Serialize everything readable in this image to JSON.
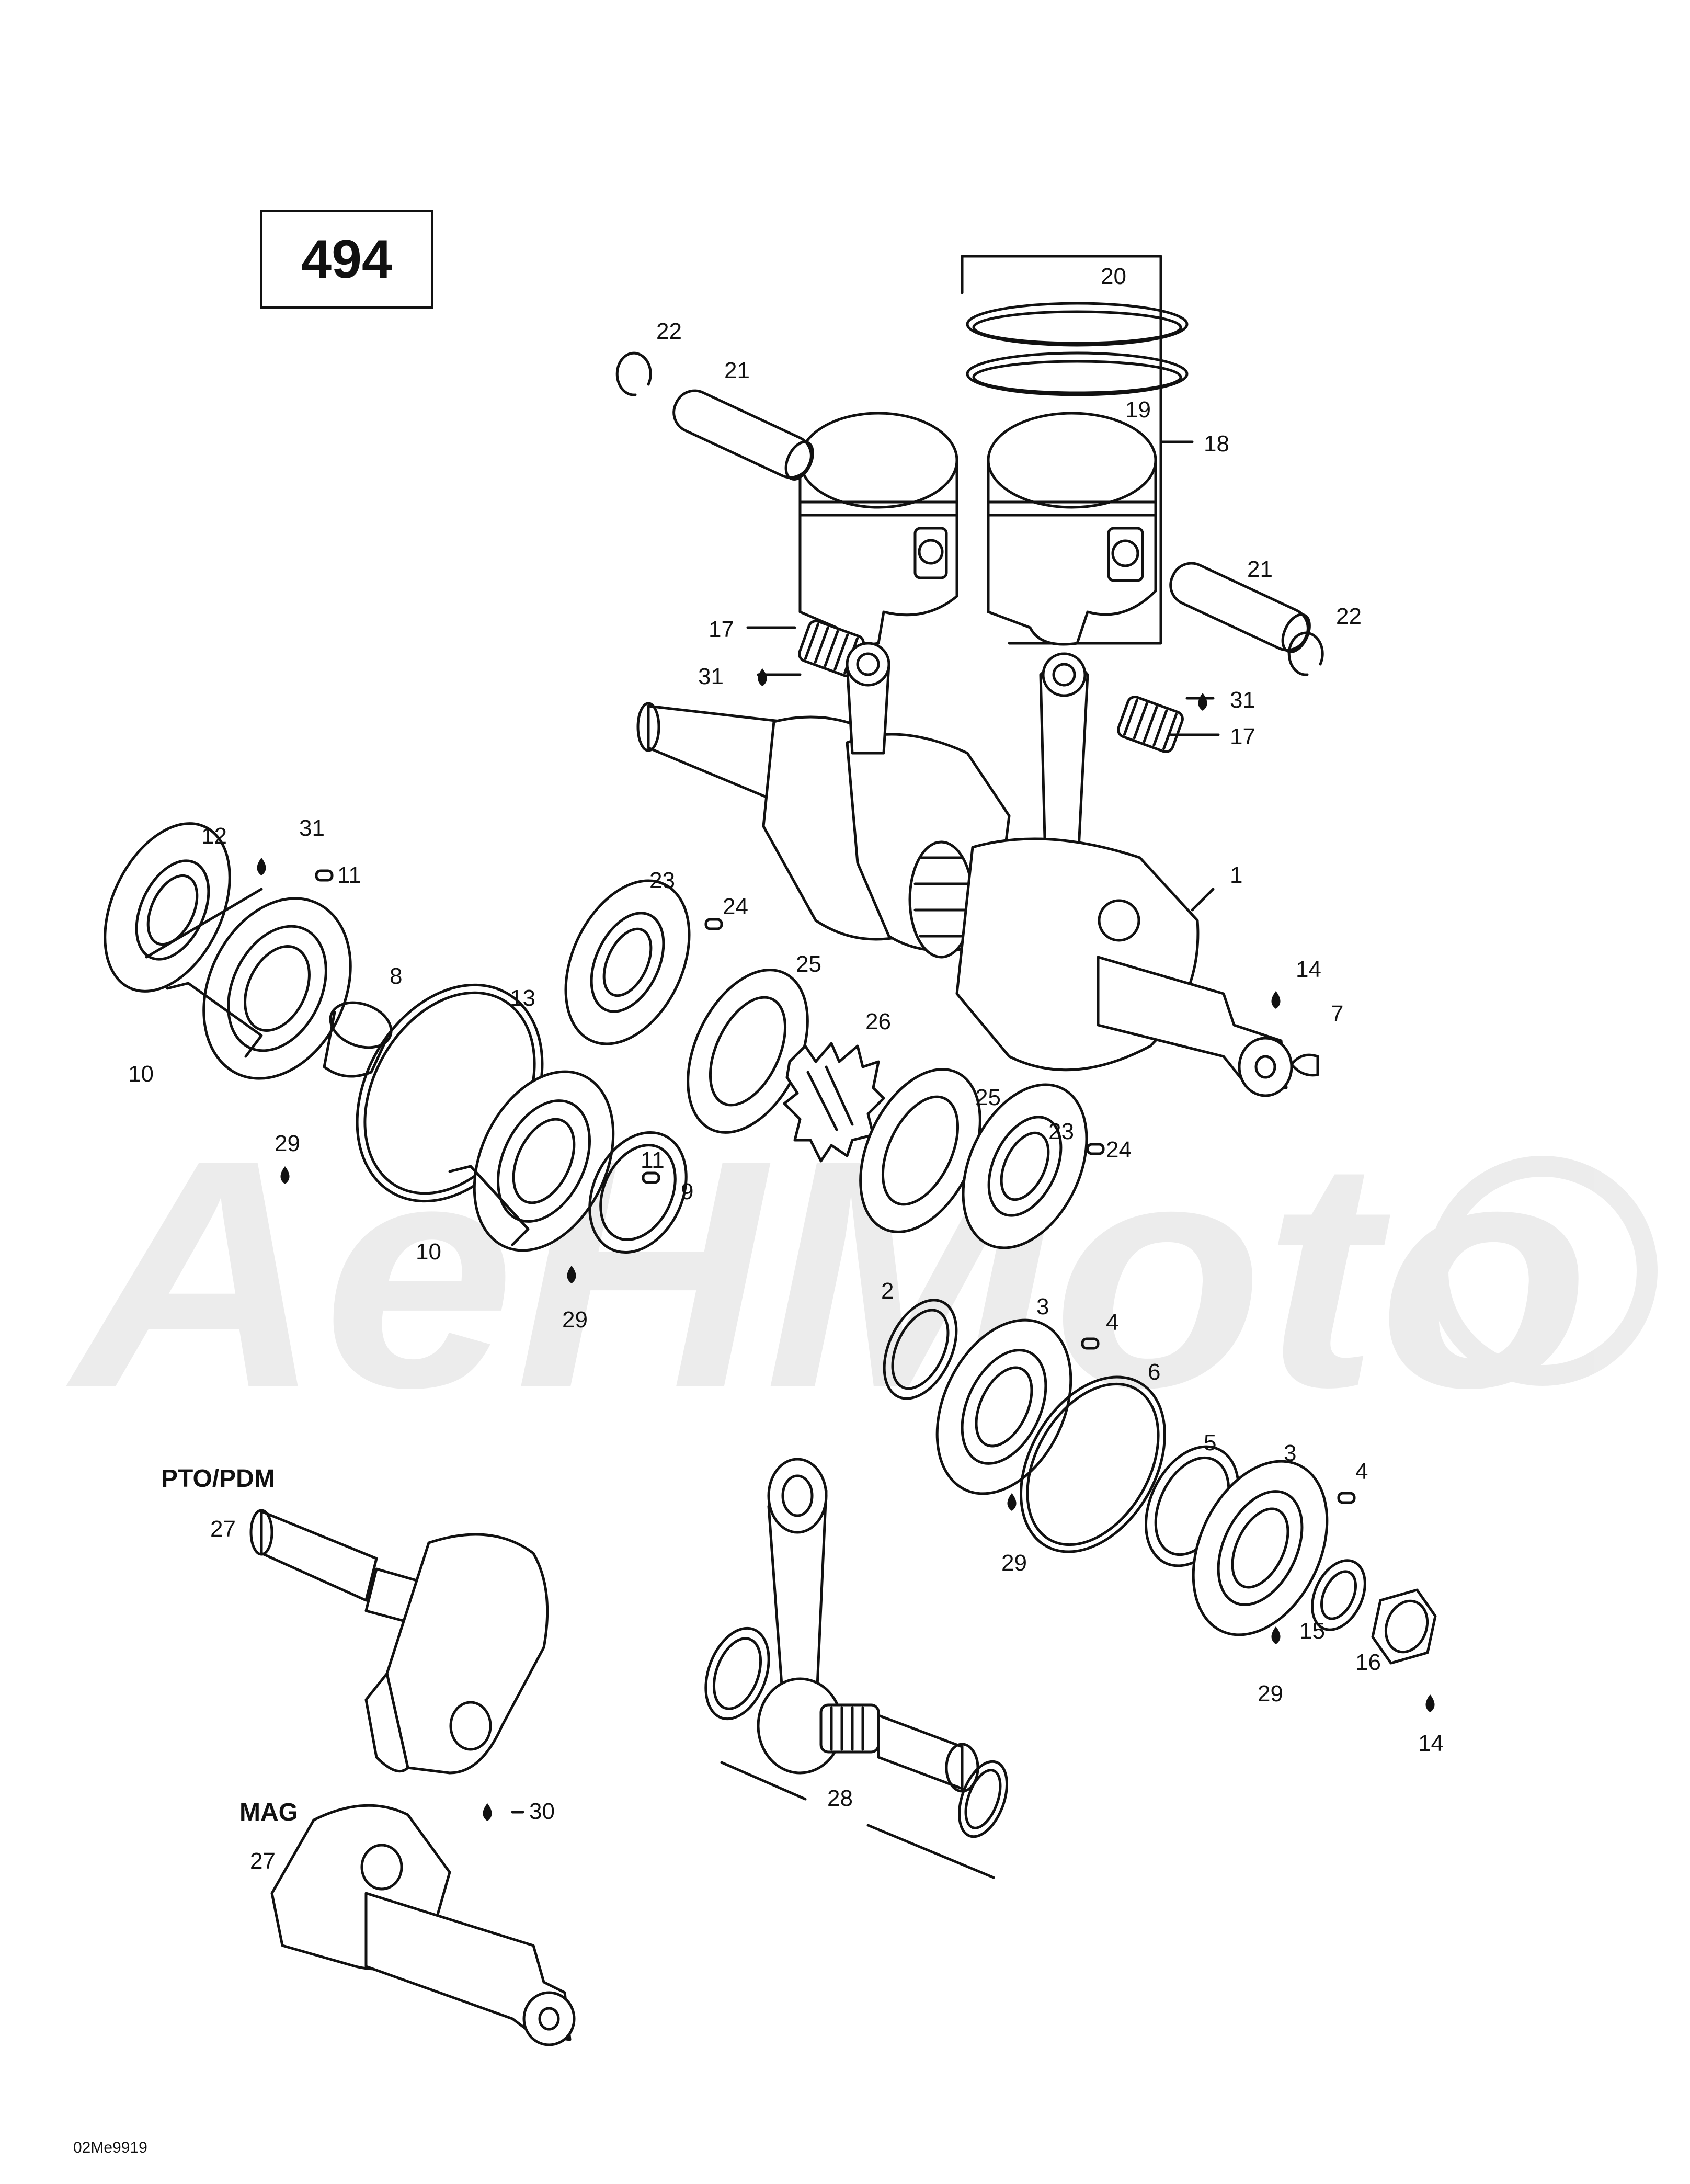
{
  "diagram_number": "494",
  "section_labels": {
    "pto": "PTO/PDM",
    "mag": "MAG"
  },
  "watermark": "AeHMoto",
  "footer_code": "02Me9919",
  "callouts": [
    {
      "id": "c20",
      "text": "20"
    },
    {
      "id": "c22a",
      "text": "22"
    },
    {
      "id": "c21a",
      "text": "21"
    },
    {
      "id": "c19",
      "text": "19"
    },
    {
      "id": "c18",
      "text": "18"
    },
    {
      "id": "c21b",
      "text": "21"
    },
    {
      "id": "c22b",
      "text": "22"
    },
    {
      "id": "c17a",
      "text": "17"
    },
    {
      "id": "c31a",
      "text": "31"
    },
    {
      "id": "c31b",
      "text": "31"
    },
    {
      "id": "c17b",
      "text": "17"
    },
    {
      "id": "c12",
      "text": "12"
    },
    {
      "id": "c31c",
      "text": "31"
    },
    {
      "id": "c11a",
      "text": "11"
    },
    {
      "id": "c23a",
      "text": "23"
    },
    {
      "id": "c24a",
      "text": "24"
    },
    {
      "id": "c1",
      "text": "1"
    },
    {
      "id": "c8",
      "text": "8"
    },
    {
      "id": "c13",
      "text": "13"
    },
    {
      "id": "c25a",
      "text": "25"
    },
    {
      "id": "c14a",
      "text": "14"
    },
    {
      "id": "c7",
      "text": "7"
    },
    {
      "id": "c10a",
      "text": "10"
    },
    {
      "id": "c26",
      "text": "26"
    },
    {
      "id": "c29a",
      "text": "29"
    },
    {
      "id": "c11b",
      "text": "11"
    },
    {
      "id": "c25b",
      "text": "25"
    },
    {
      "id": "c23b",
      "text": "23"
    },
    {
      "id": "c24b",
      "text": "24"
    },
    {
      "id": "c9",
      "text": "9"
    },
    {
      "id": "c10b",
      "text": "10"
    },
    {
      "id": "c29b",
      "text": "29"
    },
    {
      "id": "c2",
      "text": "2"
    },
    {
      "id": "c3a",
      "text": "3"
    },
    {
      "id": "c4a",
      "text": "4"
    },
    {
      "id": "c6",
      "text": "6"
    },
    {
      "id": "c5",
      "text": "5"
    },
    {
      "id": "c3b",
      "text": "3"
    },
    {
      "id": "c4b",
      "text": "4"
    },
    {
      "id": "c27a",
      "text": "27"
    },
    {
      "id": "c29c",
      "text": "29"
    },
    {
      "id": "c15",
      "text": "15"
    },
    {
      "id": "c16",
      "text": "16"
    },
    {
      "id": "c29d",
      "text": "29"
    },
    {
      "id": "c28",
      "text": "28"
    },
    {
      "id": "c14b",
      "text": "14"
    },
    {
      "id": "c30",
      "text": "30"
    },
    {
      "id": "c27b",
      "text": "27"
    }
  ]
}
